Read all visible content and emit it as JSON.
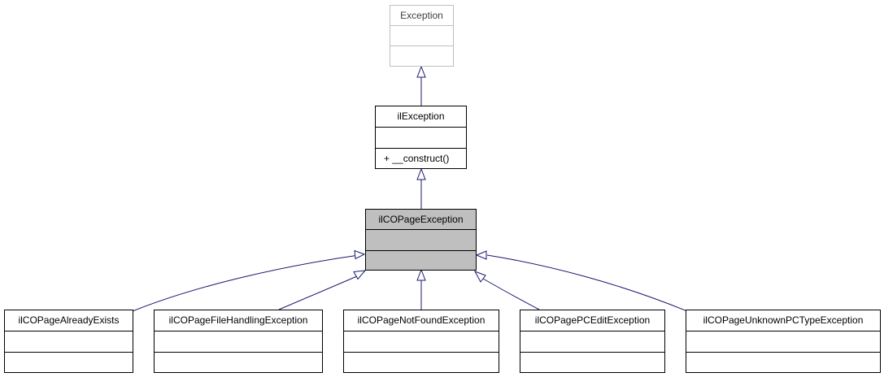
{
  "diagram": {
    "classes": {
      "exception": {
        "name": "Exception"
      },
      "il_exception": {
        "name": "ilException",
        "method": "+ __construct()"
      },
      "page_exception": {
        "name": "ilCOPageException"
      },
      "already_exists": {
        "name": "ilCOPageAlreadyExists"
      },
      "file_handling": {
        "name": "ilCOPageFileHandlingException"
      },
      "not_found": {
        "name": "ilCOPageNotFoundException"
      },
      "pc_edit": {
        "name": "ilCOPagePCEditException"
      },
      "unknown_pc_type": {
        "name": "ilCOPageUnknownPCTypeException"
      }
    },
    "colors": {
      "edge": "#191970",
      "external_border": "#bfbfbf",
      "highlight_fill": "#bfbfbf"
    }
  }
}
